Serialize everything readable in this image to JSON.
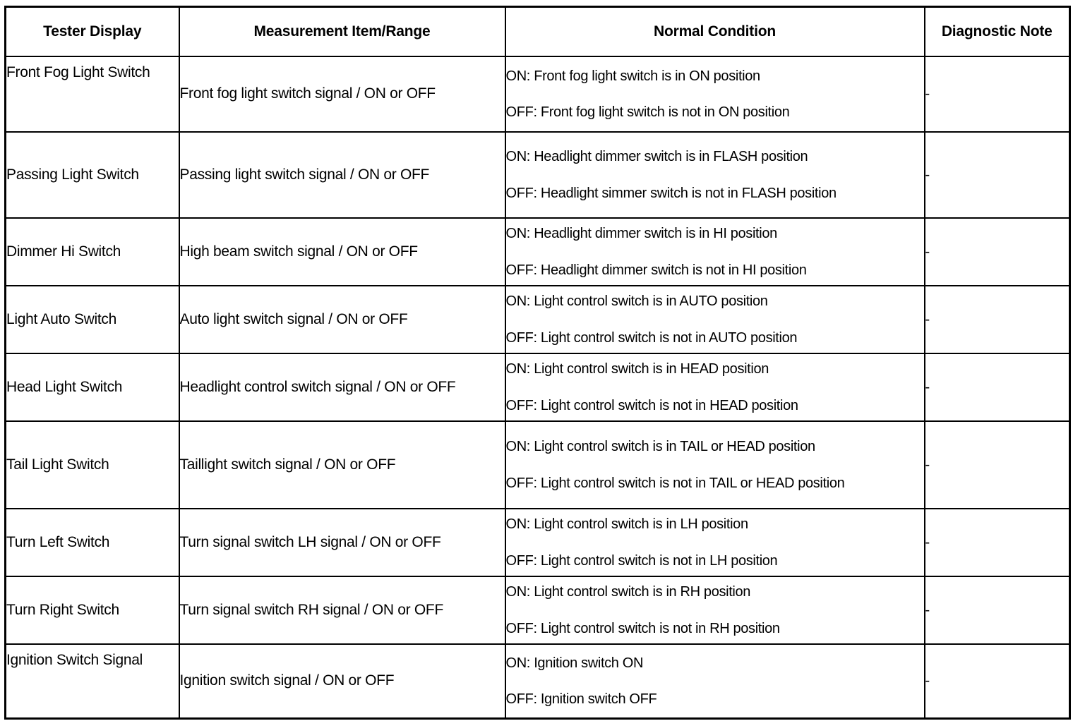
{
  "table": {
    "columns": [
      {
        "key": "tester",
        "label": "Tester Display"
      },
      {
        "key": "measure",
        "label": "Measurement Item/Range"
      },
      {
        "key": "normal",
        "label": "Normal Condition"
      },
      {
        "key": "note",
        "label": "Diagnostic Note"
      }
    ],
    "rows": [
      {
        "tester": "Front Fog Light Switch",
        "measure": "Front fog light switch signal / ON or OFF",
        "on": "ON: Front fog light switch is in ON position",
        "off": "OFF: Front fog light switch is not in ON position",
        "note": "-"
      },
      {
        "tester": "Passing Light Switch",
        "measure": "Passing light switch signal / ON or OFF",
        "on": "ON: Headlight dimmer switch is in FLASH position",
        "off": "OFF: Headlight simmer switch is not in FLASH position",
        "note": "-"
      },
      {
        "tester": "Dimmer Hi Switch",
        "measure": "High beam switch signal / ON or OFF",
        "on": "ON: Headlight dimmer switch is in HI position",
        "off": "OFF: Headlight dimmer switch is not in HI position",
        "note": "-"
      },
      {
        "tester": "Light Auto Switch",
        "measure": "Auto light switch signal / ON or OFF",
        "on": "ON: Light control switch is in AUTO position",
        "off": "OFF: Light control switch is not in AUTO position",
        "note": "-"
      },
      {
        "tester": "Head Light Switch",
        "measure": "Headlight control switch signal / ON or OFF",
        "on": "ON: Light control switch is in HEAD position",
        "off": "OFF: Light control switch is not in HEAD position",
        "note": "-"
      },
      {
        "tester": "Tail Light Switch",
        "measure": "Taillight switch signal / ON or OFF",
        "on": "ON: Light control switch is in TAIL or HEAD position",
        "off": "OFF: Light control switch is not in TAIL or HEAD position",
        "note": "-"
      },
      {
        "tester": "Turn Left Switch",
        "measure": "Turn signal switch LH signal / ON or OFF",
        "on": "ON: Light control switch is in LH position",
        "off": "OFF: Light control switch is not in LH position",
        "note": "-"
      },
      {
        "tester": "Turn Right Switch",
        "measure": "Turn signal switch RH signal / ON or OFF",
        "on": "ON: Light control switch is in RH position",
        "off": "OFF: Light control switch is not in RH position",
        "note": "-"
      },
      {
        "tester": "Ignition Switch Signal",
        "measure": "Ignition switch signal / ON or OFF",
        "on": "ON: Ignition switch ON",
        "off": "OFF: Ignition switch OFF",
        "note": "-"
      }
    ]
  },
  "colors": {
    "border": "#000000",
    "text": "#000000",
    "background": "#ffffff"
  }
}
